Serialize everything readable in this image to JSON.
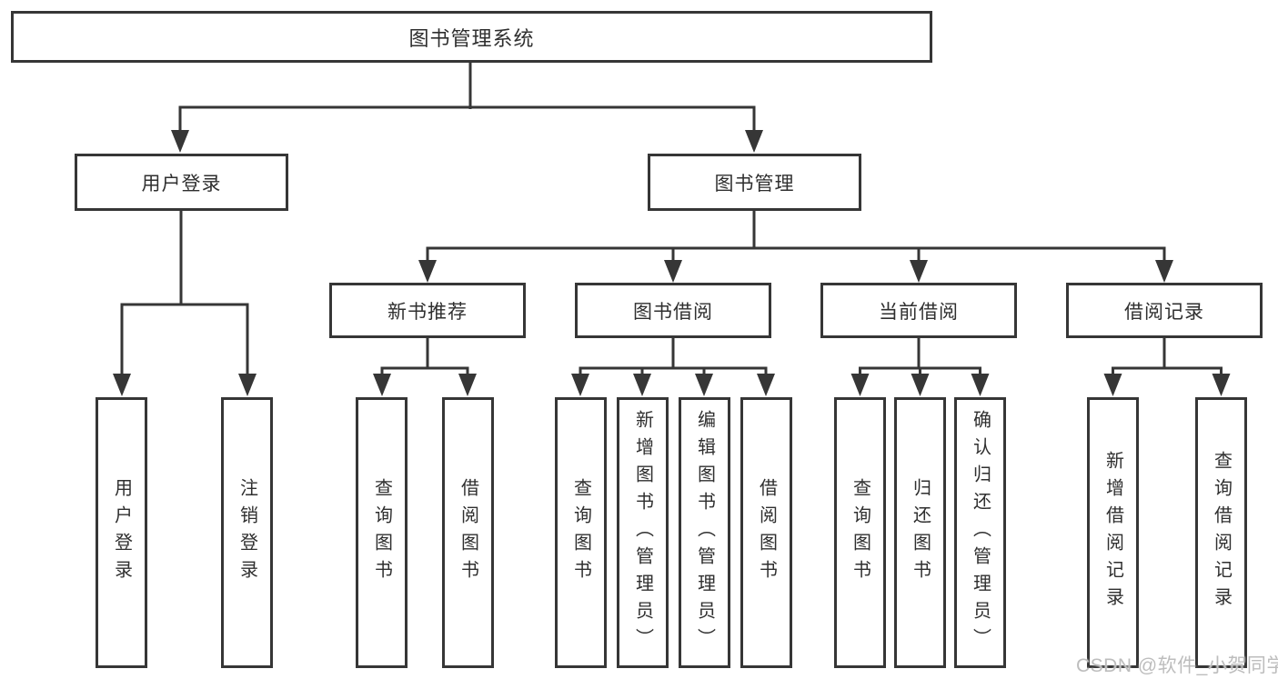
{
  "title": {
    "label": "图书管理系统"
  },
  "level2": {
    "user_login": {
      "label": "用户登录"
    },
    "book_mgmt": {
      "label": "图书管理"
    }
  },
  "level3": {
    "new_book": {
      "label": "新书推荐"
    },
    "book_borrow": {
      "label": "图书借阅"
    },
    "current_borrow": {
      "label": "当前借阅"
    },
    "borrow_records": {
      "label": "借阅记录"
    }
  },
  "leaves": {
    "ul_login": {
      "label": "用户登录"
    },
    "ul_logout": {
      "label": "注销登录"
    },
    "nb_query": {
      "label": "查询图书"
    },
    "nb_borrow": {
      "label": "借阅图书"
    },
    "bb_query": {
      "label": "查询图书"
    },
    "bb_add": {
      "label": "新增图书（管理员）"
    },
    "bb_edit": {
      "label": "编辑图书（管理员）"
    },
    "bb_borrow": {
      "label": "借阅图书"
    },
    "cb_query": {
      "label": "查询图书"
    },
    "cb_return": {
      "label": "归还图书"
    },
    "cb_confirm": {
      "label": "确认归还（管理员）"
    },
    "br_add": {
      "label": "新增借阅记录"
    },
    "br_query": {
      "label": "查询借阅记录"
    }
  },
  "watermark": {
    "text": "CSDN @软件_小贺同学"
  },
  "colors": {
    "line": "#363636",
    "text": "#2f2f2f",
    "watermark": "#bdbdbd"
  }
}
